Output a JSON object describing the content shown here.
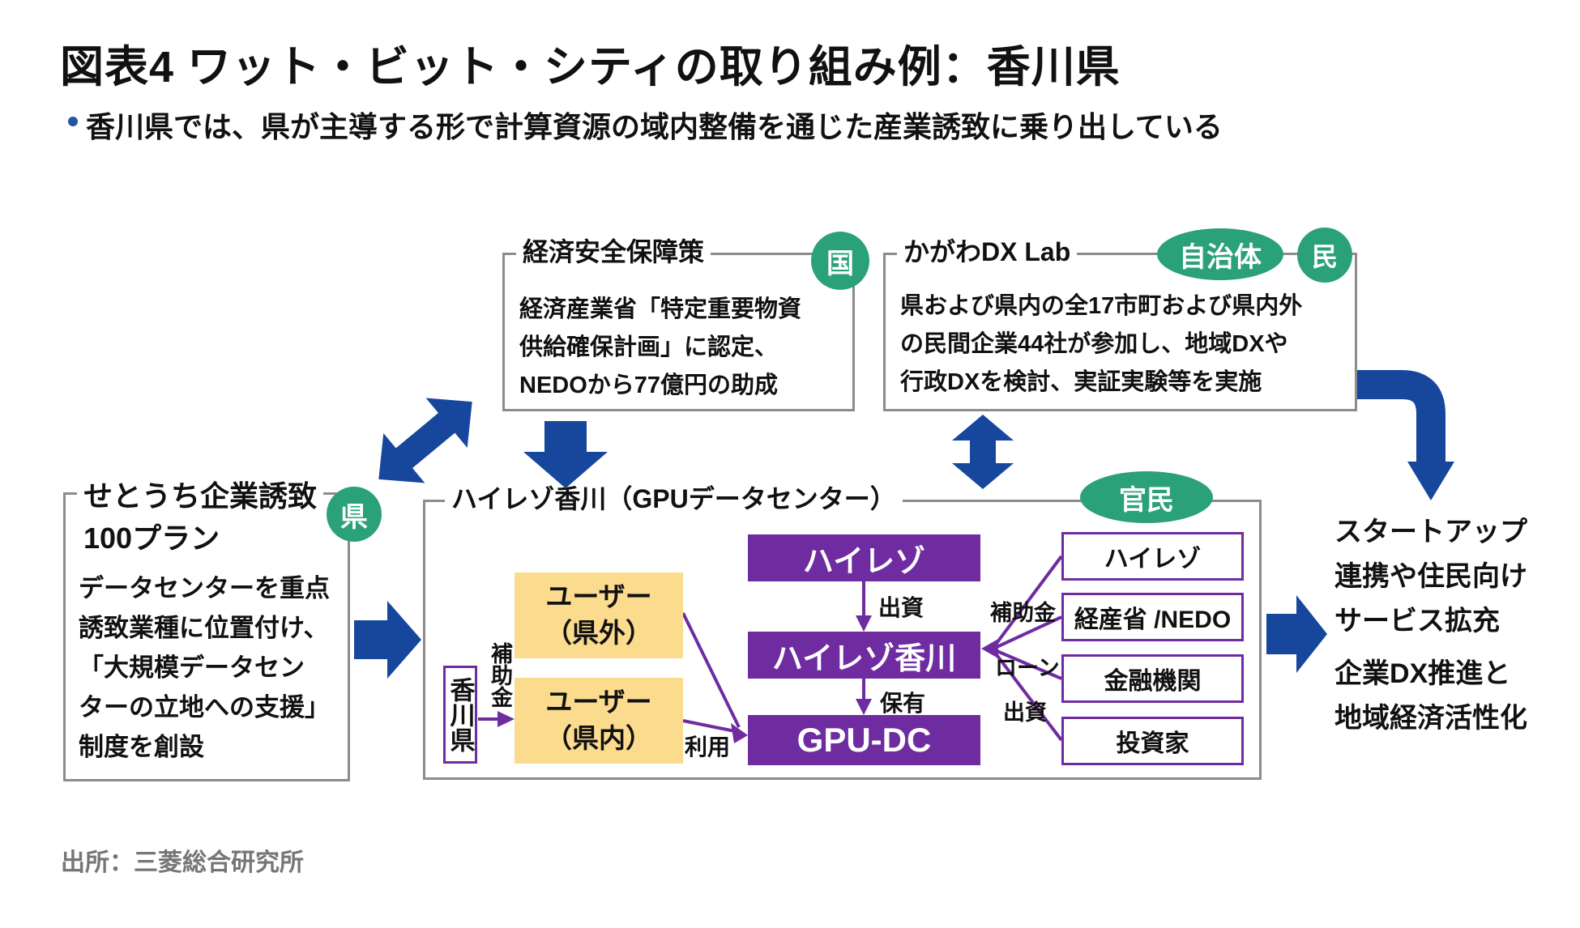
{
  "page": {
    "title": "図表4 ワット・ビット・シティの取り組み例：香川県",
    "subtitle": "香川県では、県が主導する形で計算資源の域内整備を通じた産業誘致に乗り出している",
    "source": "出所：三菱総合研究所"
  },
  "colors": {
    "badge_green": "#2ba179",
    "purple": "#6e2ca0",
    "yellow": "#fbdb8e",
    "arrow_blue": "#17479d",
    "box_border_gray": "#8c8c8c"
  },
  "security": {
    "title": "経済安全保障策",
    "badge": "国",
    "body": [
      "経済産業省「特定重要物資",
      "供給確保計画」に認定、",
      "NEDOから77億円の助成"
    ]
  },
  "dxlab": {
    "title": "かがわDX Lab",
    "badge_jichitai": "自治体",
    "badge_min": "民",
    "body": [
      "県および県内の全17市町および県内外",
      "の民間企業44社が参加し、地域DXや",
      "行政DXを検討、実証実験等を実施"
    ]
  },
  "setouchi": {
    "title_line1": "せとうち企業誘致",
    "title_line2": "100プラン",
    "badge": "県",
    "body": [
      "データセンターを重点",
      "誘致業種に位置付け、",
      "「大規模データセン",
      "ターの立地への支援」",
      "制度を創設"
    ]
  },
  "gpu_center": {
    "title": "ハイレゾ香川（GPUデータセンター）",
    "badge": "官民",
    "kagawa": "香川県",
    "subsidy_label": "補助金",
    "user_out_line1": "ユーザー",
    "user_out_line2": "（県外）",
    "user_in_line1": "ユーザー",
    "user_in_line2": "（県内）",
    "use_label": "利用",
    "hireso": "ハイレゾ",
    "hireso_kagawa": "ハイレゾ香川",
    "gpudc": "GPU-DC",
    "invest_label": "出資",
    "own_label": "保有",
    "funders": [
      "ハイレゾ",
      "経産省 /NEDO",
      "金融機関",
      "投資家"
    ],
    "funder_link_subsidy": "補助金",
    "funder_link_loan": "ローン",
    "funder_link_invest": "出資"
  },
  "outcomes": {
    "para1": [
      "スタートアップ",
      "連携や住民向け",
      "サービス拡充"
    ],
    "para2": [
      "企業DX推進と",
      "地域経済活性化"
    ]
  }
}
